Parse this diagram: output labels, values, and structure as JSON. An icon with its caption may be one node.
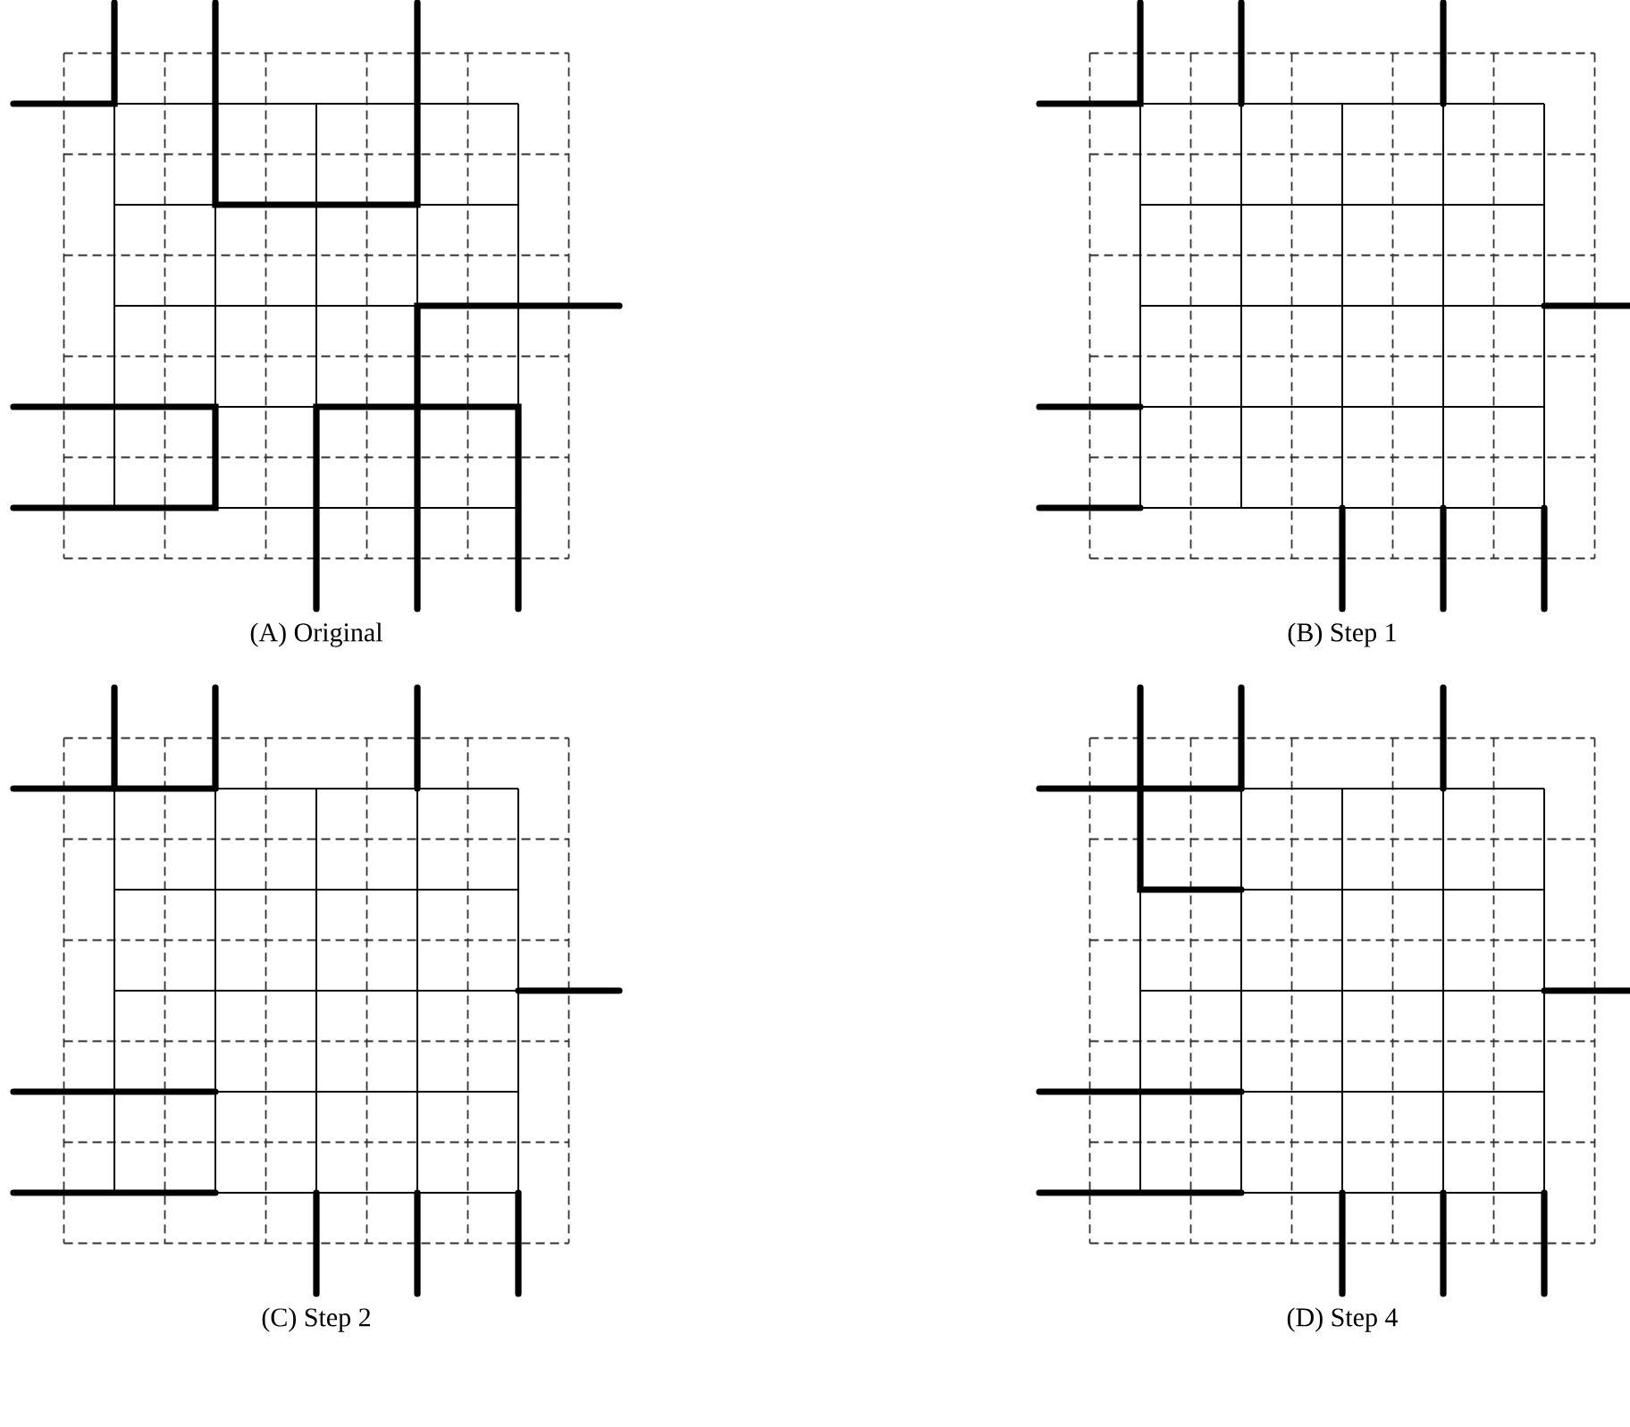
{
  "diagram": {
    "labels": [
      "(A) Original",
      "(B) Step 1",
      "(C) Step 2",
      "(D) Step 4"
    ]
  }
}
